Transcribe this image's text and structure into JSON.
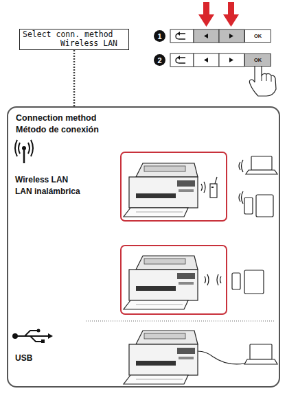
{
  "diagram": {
    "nodes": [
      {
        "text": [
          "Select conn. method",
          "Wireless LAN"
        ]
      },
      {
        "text": [
          "1"
        ]
      },
      {
        "text": [
          "OK"
        ]
      },
      {
        "text": [
          "2"
        ]
      },
      {
        "text": [
          "OK"
        ]
      },
      {
        "text": [
          "Connection method",
          "Método de conexión"
        ]
      }
    ],
    "edges": [
      {
        "from": 0,
        "to": 5,
        "arrow": "none"
      }
    ],
    "labels": [
      "Wireless LAN",
      "LAN inalámbrica",
      "USB"
    ]
  }
}
